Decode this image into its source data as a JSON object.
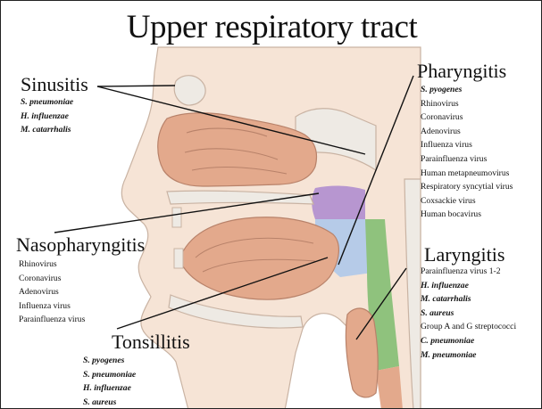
{
  "title": "Upper respiratory tract",
  "sections": {
    "sinusitis": {
      "heading": "Sinusitis",
      "items": [
        {
          "text": "S. pneumoniae",
          "italic": true
        },
        {
          "text": "H. influenzae",
          "italic": true
        },
        {
          "text": "M. catarrhalis",
          "italic": true
        }
      ]
    },
    "pharyngitis": {
      "heading": "Pharyngitis",
      "items": [
        {
          "text": "S. pyogenes",
          "italic": true
        },
        {
          "text": "Rhinovirus",
          "italic": false
        },
        {
          "text": "Coronavirus",
          "italic": false
        },
        {
          "text": "Adenovirus",
          "italic": false
        },
        {
          "text": "Influenza virus",
          "italic": false
        },
        {
          "text": "Parainfluenza virus",
          "italic": false
        },
        {
          "text": "Human metapneumovirus",
          "italic": false
        },
        {
          "text": "Respiratory syncytial virus",
          "italic": false
        },
        {
          "text": "Coxsackie virus",
          "italic": false
        },
        {
          "text": "Human bocavirus",
          "italic": false
        }
      ]
    },
    "nasopharyngitis": {
      "heading": "Nasopharyngitis",
      "items": [
        {
          "text": "Rhinovirus",
          "italic": false
        },
        {
          "text": "Coronavirus",
          "italic": false
        },
        {
          "text": "Adenovirus",
          "italic": false
        },
        {
          "text": "Influenza virus",
          "italic": false
        },
        {
          "text": "Parainfluenza virus",
          "italic": false
        }
      ]
    },
    "laryngitis": {
      "heading": "Laryngitis",
      "items": [
        {
          "text": "Parainfluenza virus 1-2",
          "italic": false
        },
        {
          "text": "H. influenzae",
          "italic": true
        },
        {
          "text": "M. catarrhalis",
          "italic": true
        },
        {
          "text": "S. aureus",
          "italic": true
        },
        {
          "text": "Group A and G streptococci",
          "italic": false
        },
        {
          "text": "C. pneumoniae",
          "italic": true
        },
        {
          "text": "M. pneumoniae",
          "italic": true
        }
      ]
    },
    "tonsillitis": {
      "heading": "Tonsillitis",
      "items": [
        {
          "text": "S. pyogenes",
          "italic": true
        },
        {
          "text": "S. pneumoniae",
          "italic": true
        },
        {
          "text": "H. influenzae",
          "italic": true
        },
        {
          "text": "S. aureus",
          "italic": true
        }
      ]
    }
  },
  "colors": {
    "skin": "#f6e4d6",
    "skin_outline": "#c9b3a3",
    "nasal_tissue": "#e3a98c",
    "nasopharynx_region": "#b796d0",
    "oropharynx_region": "#b6cbe8",
    "larynx_region": "#8fc27d",
    "bone": "#eeeae4",
    "pointer_line": "#111111"
  }
}
